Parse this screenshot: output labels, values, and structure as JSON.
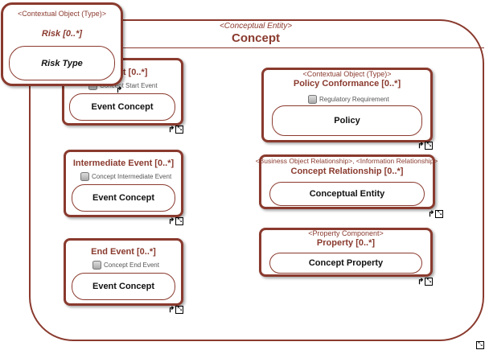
{
  "outer": {
    "stereotype": "<Conceptual Entity>",
    "title": "Concept"
  },
  "risk": {
    "stereotype": "<Contextual Object (Type)>",
    "title": "Risk [0..*]",
    "pill": "Risk Type"
  },
  "start_event": {
    "title": "ent [0..*]",
    "sub": "Concept Start Event",
    "pill": "Event Concept"
  },
  "intermediate_event": {
    "title": "Intermediate Event [0..*]",
    "sub": "Concept Intermediate Event",
    "pill": "Event Concept"
  },
  "end_event": {
    "title": "End Event [0..*]",
    "sub": "Concept End Event",
    "pill": "Event Concept"
  },
  "policy_conformance": {
    "stereotype": "<Contextual Object (Type)>",
    "title": "Policy Conformance [0..*]",
    "sub": "Regulatory Requirement",
    "pill": "Policy"
  },
  "concept_relationship": {
    "stereotype": "<Business Object Relationship>, <Information Relationship>",
    "title": "Concept Relationship [0..*]",
    "pill": "Conceptual Entity"
  },
  "property": {
    "stereotype": "<Property Component>",
    "title": "Property [0..*]",
    "pill": "Concept Property"
  },
  "icons": {
    "link_icon": "link-arrow-icon",
    "expand_icon": "expand-icon"
  },
  "colors": {
    "accent": "#8a3a2e",
    "background": "#ffffff"
  }
}
